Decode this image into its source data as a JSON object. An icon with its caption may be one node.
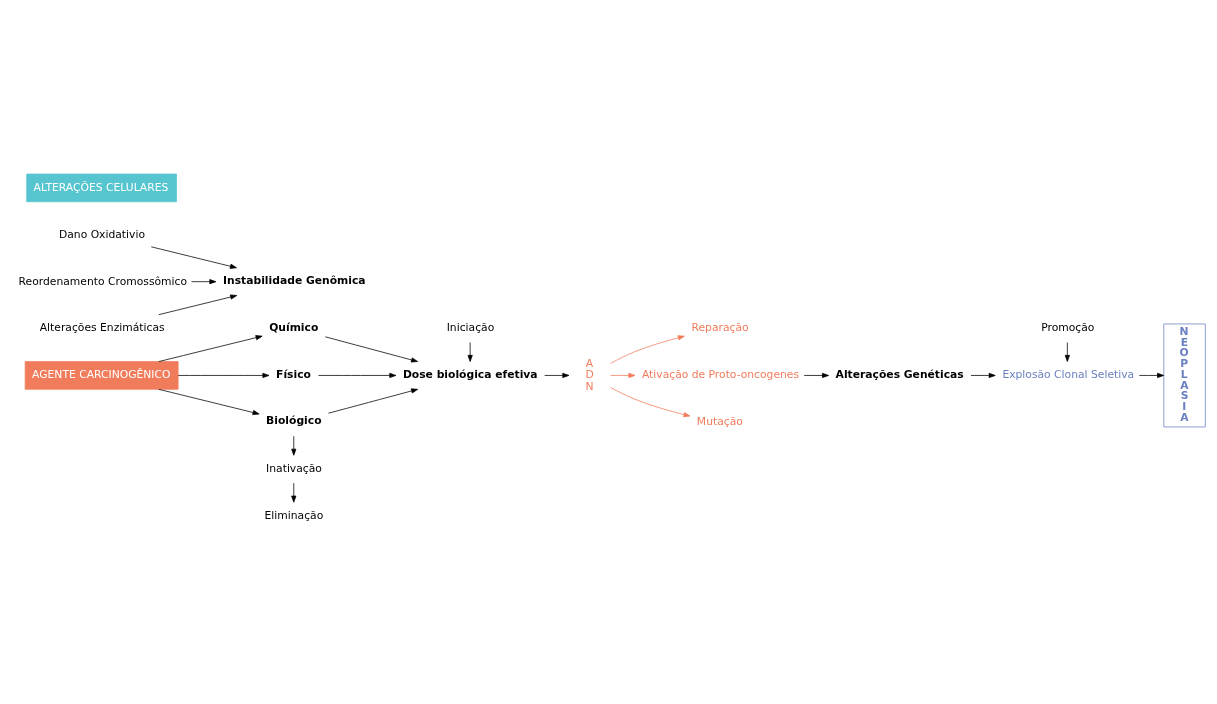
{
  "diagram": {
    "nodes": [
      {
        "text": [
          "AGENTE CARCINOGÊNICO"
        ]
      },
      {
        "text": [
          "Químico"
        ]
      },
      {
        "text": [
          "Físico"
        ]
      },
      {
        "text": [
          "Biológico"
        ]
      },
      {
        "text": [
          "Iniciação"
        ]
      },
      {
        "text": [
          "Dose biológica efetiva"
        ]
      },
      {
        "text": [
          "ADN"
        ]
      },
      {
        "text": [
          "Reparação"
        ]
      },
      {
        "text": [
          "Ativação de Proto-oncogenes"
        ]
      },
      {
        "text": [
          "Mutação"
        ]
      },
      {
        "text": [
          "Alterações Genéticas"
        ]
      },
      {
        "text": [
          "Explosão Clonal Seletiva"
        ]
      },
      {
        "text": [
          "Promoção"
        ]
      },
      {
        "text": [
          "NEOPLASIA"
        ]
      },
      {
        "text": [
          "Inativação"
        ]
      },
      {
        "text": [
          "Eliminação"
        ]
      },
      {
        "text": [
          "Instabilidade Genômica"
        ]
      },
      {
        "text": [
          "Dano Oxidativio"
        ]
      },
      {
        "text": [
          "Reordenamento Cromossômico"
        ]
      },
      {
        "text": [
          "Alterações Enzimáticas"
        ]
      },
      {
        "text": [
          "ALTERAÇÕES CELULARES"
        ]
      }
    ],
    "edges": [
      {
        "from": 0,
        "to": 1,
        "arrow": "to"
      },
      {
        "from": 0,
        "to": 2,
        "arrow": "to"
      },
      {
        "from": 0,
        "to": 3,
        "arrow": "to"
      },
      {
        "from": 1,
        "to": 5,
        "arrow": "to"
      },
      {
        "from": 2,
        "to": 5,
        "arrow": "to"
      },
      {
        "from": 3,
        "to": 5,
        "arrow": "to"
      },
      {
        "from": 4,
        "to": 5,
        "arrow": "to"
      },
      {
        "from": 5,
        "to": 6,
        "arrow": "to"
      },
      {
        "from": 6,
        "to": 7,
        "arrow": "to",
        "color": "#f07c5c"
      },
      {
        "from": 6,
        "to": 8,
        "arrow": "to",
        "color": "#f07c5c"
      },
      {
        "from": 6,
        "to": 9,
        "arrow": "to",
        "color": "#f07c5c"
      },
      {
        "from": 8,
        "to": 10,
        "arrow": "to"
      },
      {
        "from": 10,
        "to": 11,
        "arrow": "to"
      },
      {
        "from": 11,
        "to": 13,
        "arrow": "to"
      },
      {
        "from": 12,
        "to": 11,
        "arrow": "to"
      },
      {
        "from": 3,
        "to": 14,
        "arrow": "to"
      },
      {
        "from": 14,
        "to": 15,
        "arrow": "to"
      },
      {
        "from": 17,
        "to": 16,
        "arrow": "to"
      },
      {
        "from": 18,
        "to": 16,
        "arrow": "to"
      },
      {
        "from": 19,
        "to": 16,
        "arrow": "to"
      }
    ]
  }
}
